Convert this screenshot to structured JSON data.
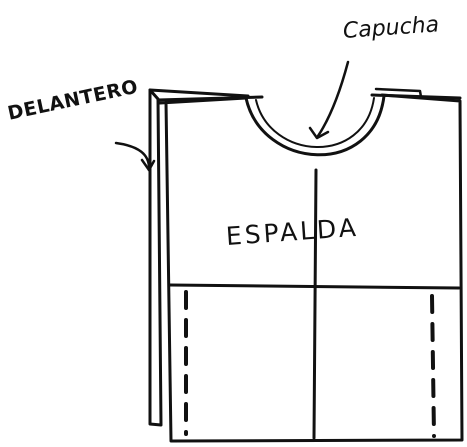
{
  "labels": {
    "front": "DELANTERO",
    "hood": "Capucha",
    "back": "ESPALDA"
  },
  "colors": {
    "ink": "#111111",
    "paper": "#ffffff"
  }
}
